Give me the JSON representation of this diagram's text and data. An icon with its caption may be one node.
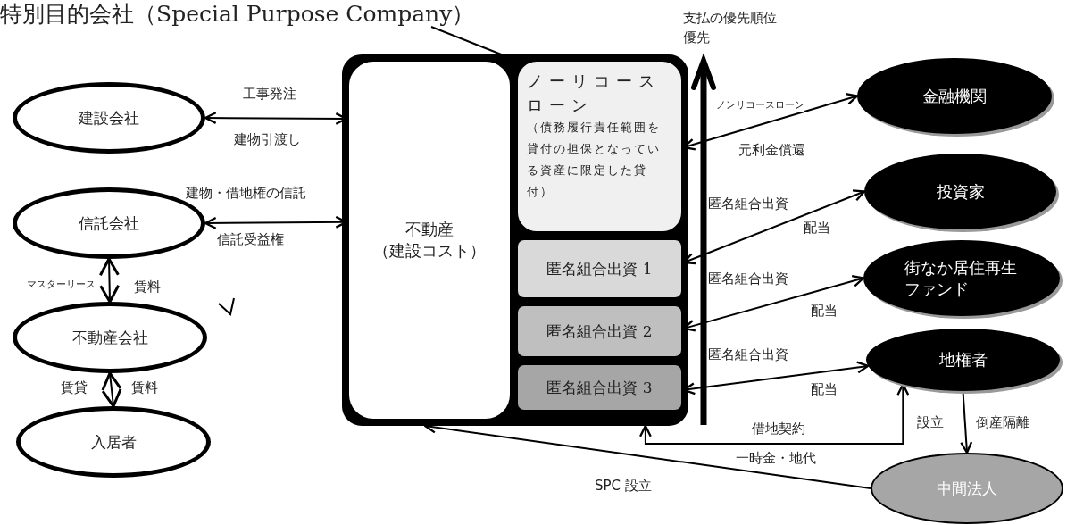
{
  "diagram": {
    "nodes": [
      {
        "text": [
          "特別目的会社（Special Purpose Company）"
        ]
      },
      {
        "text": [],
        "shape": "box"
      },
      {
        "text": [
          "不動産（建設コスト）"
        ],
        "in": 1
      },
      {
        "text": [
          "ノーリコースローン",
          "（債務履行責任範囲を貸付の担保となっている資産に限定した貸付）"
        ],
        "in": 1
      },
      {
        "text": [
          "匿名組合出資 1"
        ],
        "in": 1
      },
      {
        "text": [
          "匿名組合出資 2"
        ],
        "in": 1
      },
      {
        "text": [
          "匿名組合出資 3"
        ],
        "in": 1
      },
      {
        "text": [
          "建設会社"
        ]
      },
      {
        "text": [
          "信託会社"
        ]
      },
      {
        "text": [
          "不動産会社"
        ]
      },
      {
        "text": [
          "入居者"
        ]
      },
      {
        "text": [
          "金融機関"
        ]
      },
      {
        "text": [
          "投資家"
        ]
      },
      {
        "text": [
          "街なか居住再生ファンド"
        ]
      },
      {
        "text": [
          "地権者"
        ]
      },
      {
        "text": [
          "中間法人"
        ]
      }
    ],
    "edges": [
      {
        "from": 0,
        "to": 1,
        "arrow": "none"
      },
      {
        "from": 7,
        "to": 2,
        "arrow": "both",
        "label": "工事発注"
      },
      {
        "from": 8,
        "to": 2,
        "arrow": "both",
        "label": "建物・借地権の信託"
      },
      {
        "from": 8,
        "to": 9,
        "arrow": "both",
        "label": "マスターリース"
      },
      {
        "from": 9,
        "to": 10,
        "arrow": "both",
        "label": "賃貸"
      },
      {
        "from": 3,
        "to": 11,
        "arrow": "both",
        "label": "ノンリコースローン"
      },
      {
        "from": 4,
        "to": 12,
        "arrow": "both",
        "label": "匿名組合出資"
      },
      {
        "from": 5,
        "to": 13,
        "arrow": "both",
        "label": "匿名組合出資"
      },
      {
        "from": 6,
        "to": 14,
        "arrow": "both",
        "label": "匿名組合出資"
      },
      {
        "from": 14,
        "to": 1,
        "arrow": "both",
        "label": "借地契約"
      },
      {
        "from": 14,
        "to": 15,
        "arrow": "to",
        "label": "設立"
      },
      {
        "from": 15,
        "to": 1,
        "arrow": "to",
        "label": "SPC 設立"
      }
    ],
    "labels": [
      "支払の優先順位",
      "優先",
      "建物引渡し",
      "信託受益権",
      "賃料",
      "賃料",
      "元利金償還",
      "配当",
      "配当",
      "配当",
      "一時金・地代",
      "倒産隔離"
    ]
  }
}
